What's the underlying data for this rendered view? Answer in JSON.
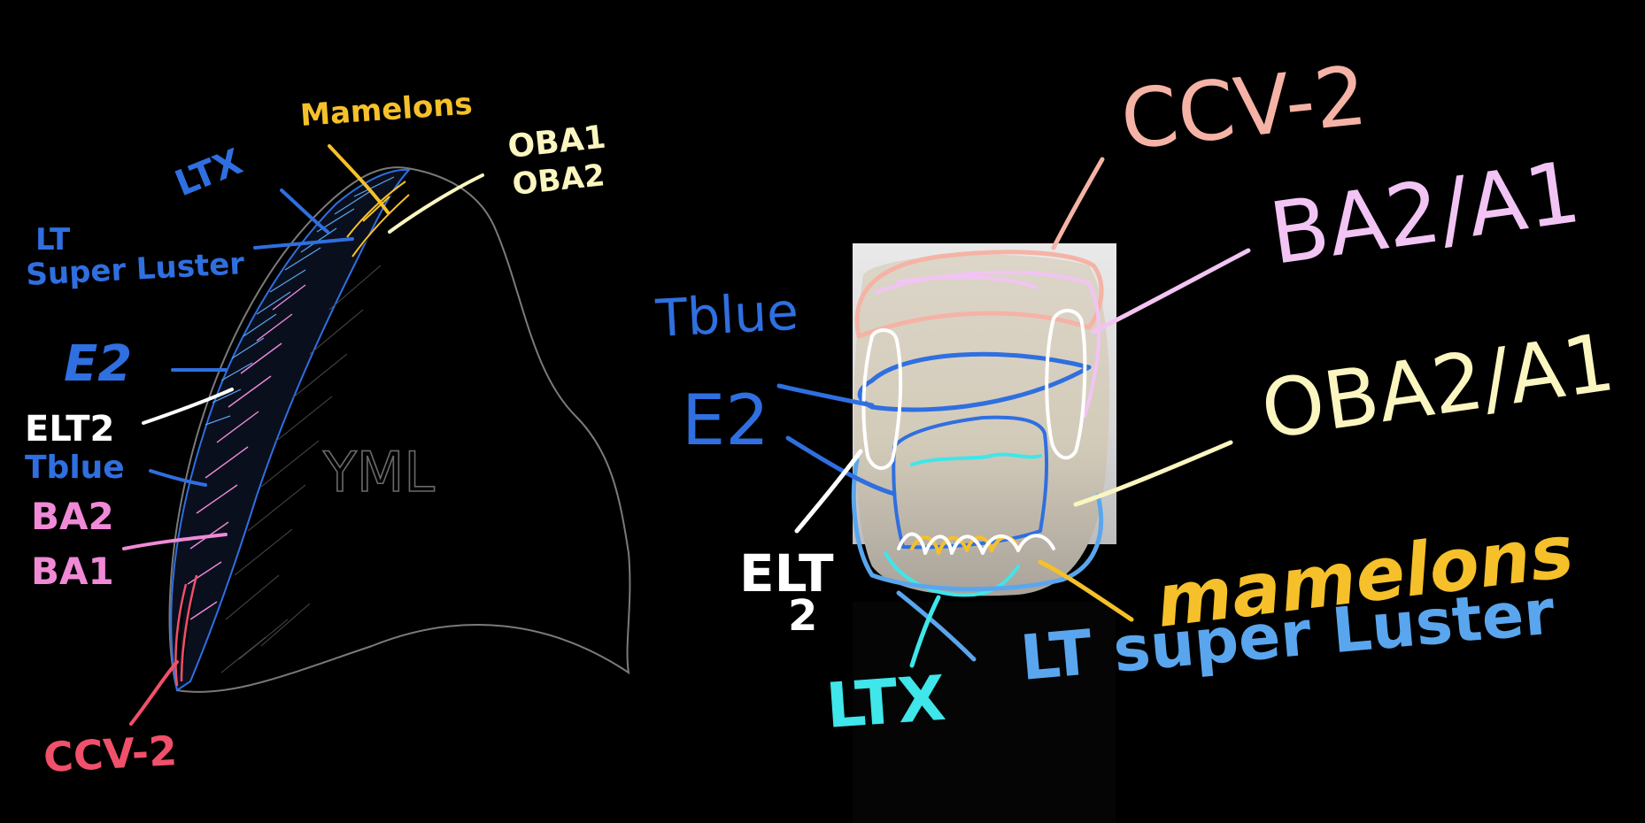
{
  "colors": {
    "background": "#000000",
    "blue": "#2f6fe0",
    "light_blue": "#5aa6ee",
    "cyan": "#3fe6ea",
    "white": "#ffffff",
    "cream": "#fbf6c0",
    "yellow": "#f5c02a",
    "pink": "#f08ad6",
    "lavender": "#f2c4f4",
    "salmon": "#f5b3a6",
    "red": "#f0506a",
    "gray": "#7a7a7a"
  },
  "left": {
    "labels": {
      "mamelons": "Mamelons",
      "ltx": "LTX",
      "oba1": "OBA1",
      "oba2": "OBA2",
      "lt": "LT",
      "super_luster": "Super Luster",
      "e2": "E2",
      "elt2": "ELT2",
      "tblue": "Tblue",
      "ba2": "BA2",
      "ba1": "BA1",
      "ccv2": "CCV-2",
      "yml": "YML"
    }
  },
  "right": {
    "labels": {
      "ccv2": "CCV-2",
      "ba2_a1": "BA2/A1",
      "tblue": "Tblue",
      "e2": "E2",
      "oba2_a1": "OBA2/A1",
      "elt": "ELT",
      "two": "2",
      "mamelons": "mamelons",
      "lt_super_luster": "LT super Luster",
      "ltx": "LTX"
    }
  }
}
